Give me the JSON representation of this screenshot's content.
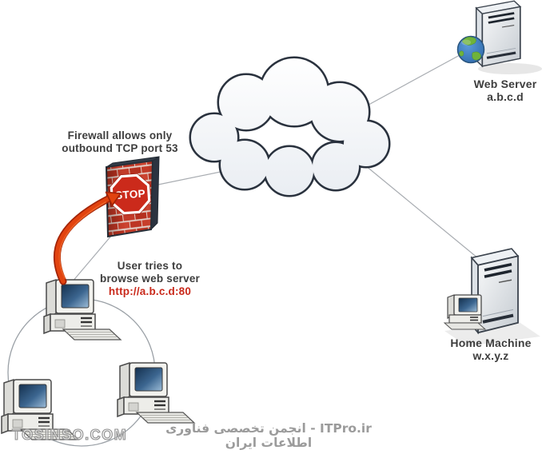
{
  "labels": {
    "firewall": {
      "line1": "Firewall allows only",
      "line2": "outbound TCP port 53"
    },
    "user_action": {
      "line1": "User tries to",
      "line2": "browse web server",
      "url": "http://a.b.c.d:80"
    },
    "web_server": {
      "title": "Web Server",
      "address": "a.b.c.d"
    },
    "home_machine": {
      "title": "Home Machine",
      "address": "w.x.y.z"
    },
    "stop_sign": "STOP"
  },
  "watermarks": {
    "tosinso": "TOSINSO.COM",
    "itpro": "ITPro.ir - انجمن تخصصی فناوری اطلاعات ایران"
  },
  "icons": {
    "cloud": "internet-cloud",
    "firewall": "brick-wall-firewall",
    "stop": "stop-sign",
    "web_server": "server-tower-with-globe",
    "home_machine": "server-tower-with-desktop",
    "lan": "three-desktop-computers-ring",
    "blocked_arrow": "curved-red-blocked-arrow"
  },
  "colors": {
    "label_text": "#3d3d3d",
    "alert_red": "#c9291b",
    "brick_red": "#c23a28",
    "cloud_outline": "#2a323e",
    "connection_line": "#a9adb2",
    "watermark_gray": "#9b9b9b"
  }
}
